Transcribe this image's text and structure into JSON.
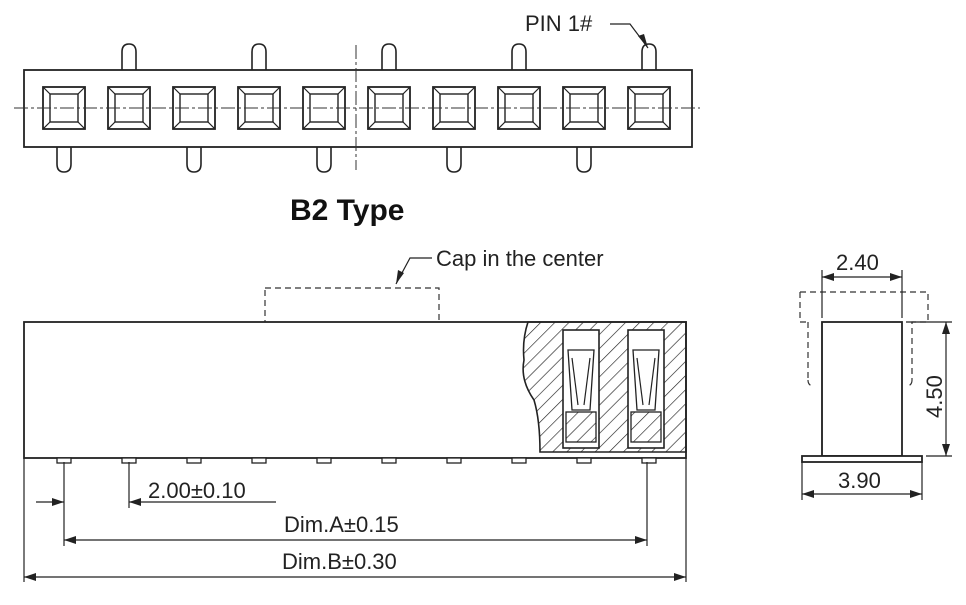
{
  "labels": {
    "pin1": "PIN 1#",
    "type_title": "B2 Type",
    "cap_note": "Cap in the center",
    "pitch": "2.00±0.10",
    "dim_a": "Dim.A±0.15",
    "dim_b": "Dim.B±0.30",
    "side_top_width": "2.40",
    "side_height": "4.50",
    "side_base_width": "3.90"
  },
  "top_view": {
    "contact_count": 10
  },
  "front_view": {
    "pin_count": 10
  }
}
